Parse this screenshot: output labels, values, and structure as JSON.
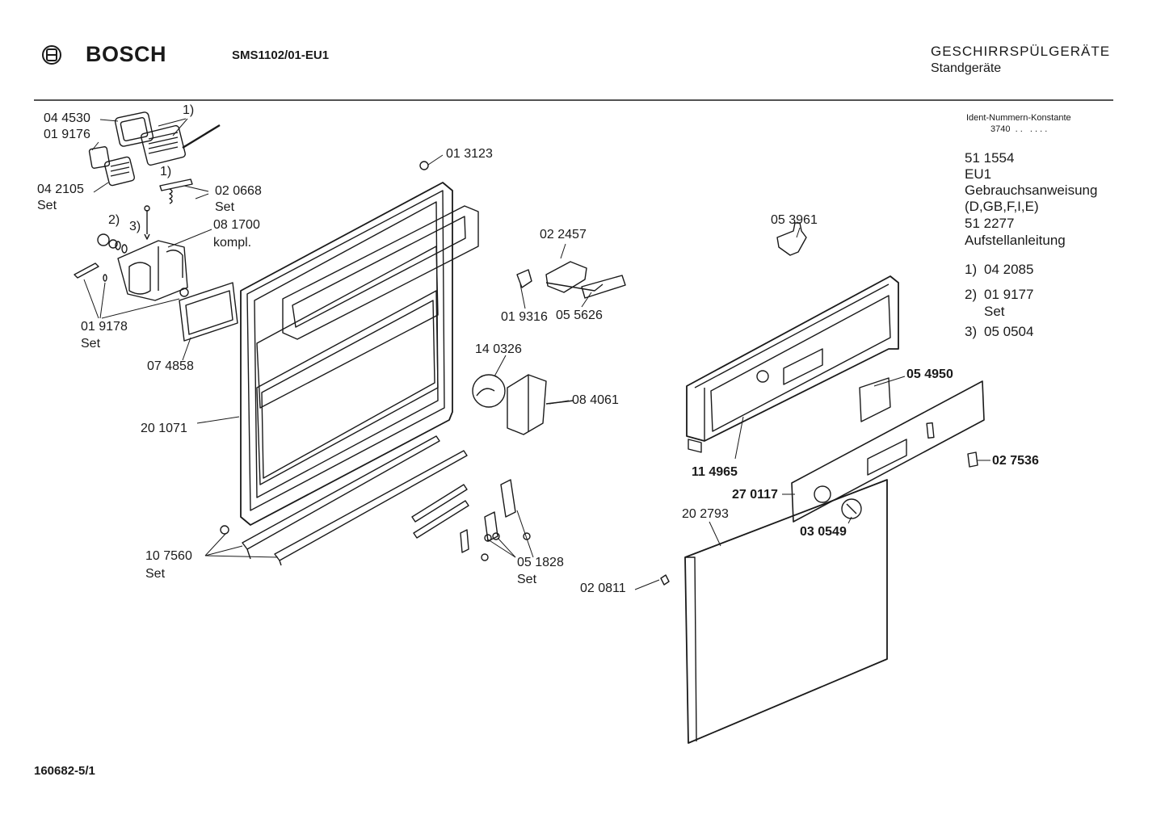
{
  "header": {
    "brand": "BOSCH",
    "model": "SMS1102/01-EU1",
    "category": "GESCHIRRSPÜLGERÄTE",
    "subcategory": "Standgeräte"
  },
  "side_info": {
    "ident_title": "Ident-Nummern-Konstante",
    "ident_value": "3740  . .   . . . .",
    "lines": [
      "51 1554",
      "EU1",
      "Gebrauchsanweisung",
      "(D,GB,F,I,E)",
      "51 2277",
      "Aufstellanleitung"
    ],
    "notes": [
      {
        "key": "1)",
        "value": "04 2085"
      },
      {
        "key": "2)",
        "value": "01 9177"
      },
      {
        "key": "",
        "value": "Set"
      },
      {
        "key": "3)",
        "value": "05 0504"
      }
    ]
  },
  "footer": {
    "code": "160682-5/1"
  },
  "parts": [
    {
      "id": "p1",
      "text": "04 4530"
    },
    {
      "id": "p2",
      "text": "1)"
    },
    {
      "id": "p3",
      "text": "01 9176"
    },
    {
      "id": "p4",
      "text": "1)"
    },
    {
      "id": "p5",
      "text": "04 2105"
    },
    {
      "id": "p6",
      "text": "Set"
    },
    {
      "id": "p7",
      "text": "2)"
    },
    {
      "id": "p8",
      "text": "3)"
    },
    {
      "id": "p9",
      "text": "02 0668"
    },
    {
      "id": "p10",
      "text": "Set"
    },
    {
      "id": "p11",
      "text": "08 1700"
    },
    {
      "id": "p12",
      "text": "kompl."
    },
    {
      "id": "p13",
      "text": "01 9178"
    },
    {
      "id": "p14",
      "text": "Set"
    },
    {
      "id": "p15",
      "text": "07 4858"
    },
    {
      "id": "p16",
      "text": "20 1071"
    },
    {
      "id": "p17",
      "text": "10 7560"
    },
    {
      "id": "p18",
      "text": "Set"
    },
    {
      "id": "p19",
      "text": "01 3123"
    },
    {
      "id": "p20",
      "text": "02 2457"
    },
    {
      "id": "p21",
      "text": "01 9316"
    },
    {
      "id": "p22",
      "text": "05 5626"
    },
    {
      "id": "p23",
      "text": "14 0326"
    },
    {
      "id": "p24",
      "text": "08 4061"
    },
    {
      "id": "p25",
      "text": "05 1828"
    },
    {
      "id": "p26",
      "text": "Set"
    },
    {
      "id": "p27",
      "text": "05 3961"
    },
    {
      "id": "p28",
      "text": "05 4950"
    },
    {
      "id": "p29",
      "text": "11 4965"
    },
    {
      "id": "p30",
      "text": "02 7536"
    },
    {
      "id": "p31",
      "text": "27 0117"
    },
    {
      "id": "p32",
      "text": "20 2793"
    },
    {
      "id": "p33",
      "text": "03 0549"
    },
    {
      "id": "p34",
      "text": "02 0811"
    }
  ]
}
